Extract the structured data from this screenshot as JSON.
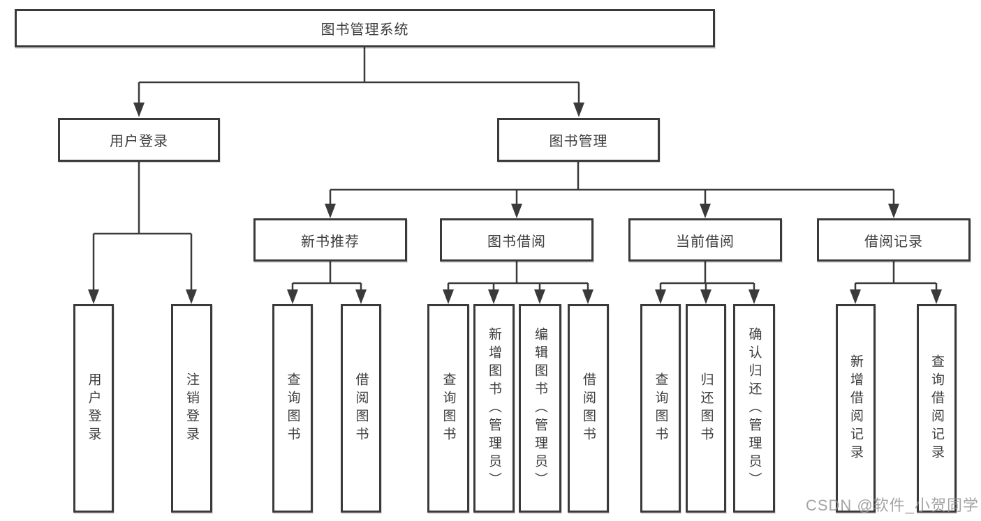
{
  "tree": {
    "label": "图书管理系统",
    "children": [
      {
        "label": "用户登录",
        "children": [
          {
            "label": "用户登录"
          },
          {
            "label": "注销登录"
          }
        ]
      },
      {
        "label": "图书管理",
        "children": [
          {
            "label": "新书推荐",
            "children": [
              {
                "label": "查询图书"
              },
              {
                "label": "借阅图书"
              }
            ]
          },
          {
            "label": "图书借阅",
            "children": [
              {
                "label": "查询图书"
              },
              {
                "label": "新增图书（管理员）"
              },
              {
                "label": "编辑图书（管理员）"
              },
              {
                "label": "借阅图书"
              }
            ]
          },
          {
            "label": "当前借阅",
            "children": [
              {
                "label": "查询图书"
              },
              {
                "label": "归还图书"
              },
              {
                "label": "确认归还（管理员）"
              }
            ]
          },
          {
            "label": "借阅记录",
            "children": [
              {
                "label": "新增借阅记录"
              },
              {
                "label": "查询借阅记录"
              }
            ]
          }
        ]
      }
    ]
  },
  "colors": {
    "line": "#3a3a3a",
    "text": "#3d3d3d",
    "watermark": "#949494"
  },
  "watermark": "CSDN @软件_小贺同学"
}
